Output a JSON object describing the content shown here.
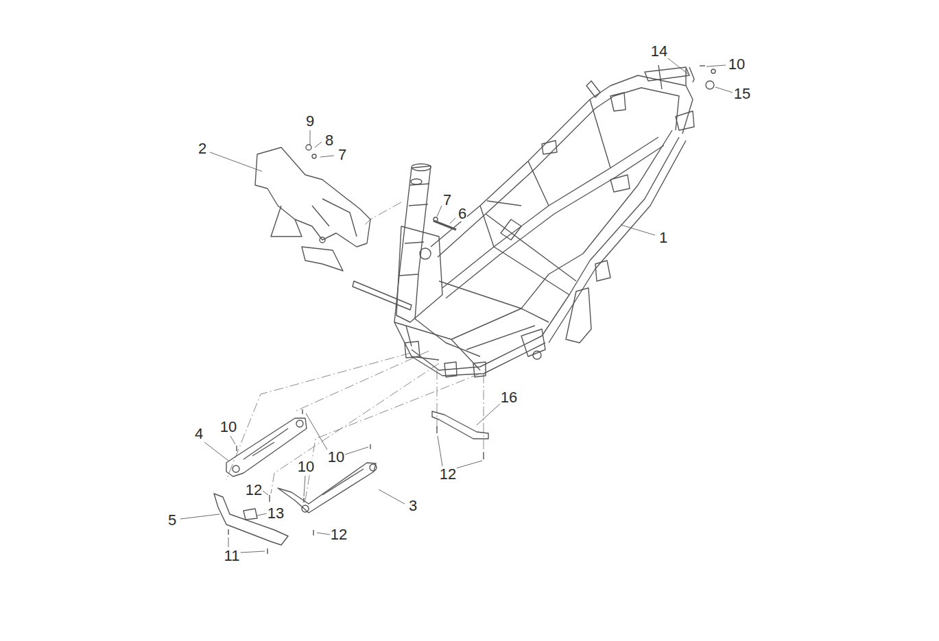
{
  "diagram": {
    "labels": [
      "14",
      "10",
      "15",
      "9",
      "8",
      "7",
      "2",
      "7",
      "6",
      "1",
      "16",
      "10",
      "4",
      "10",
      "12",
      "10",
      "12",
      "3",
      "13",
      "5",
      "12",
      "11"
    ]
  }
}
